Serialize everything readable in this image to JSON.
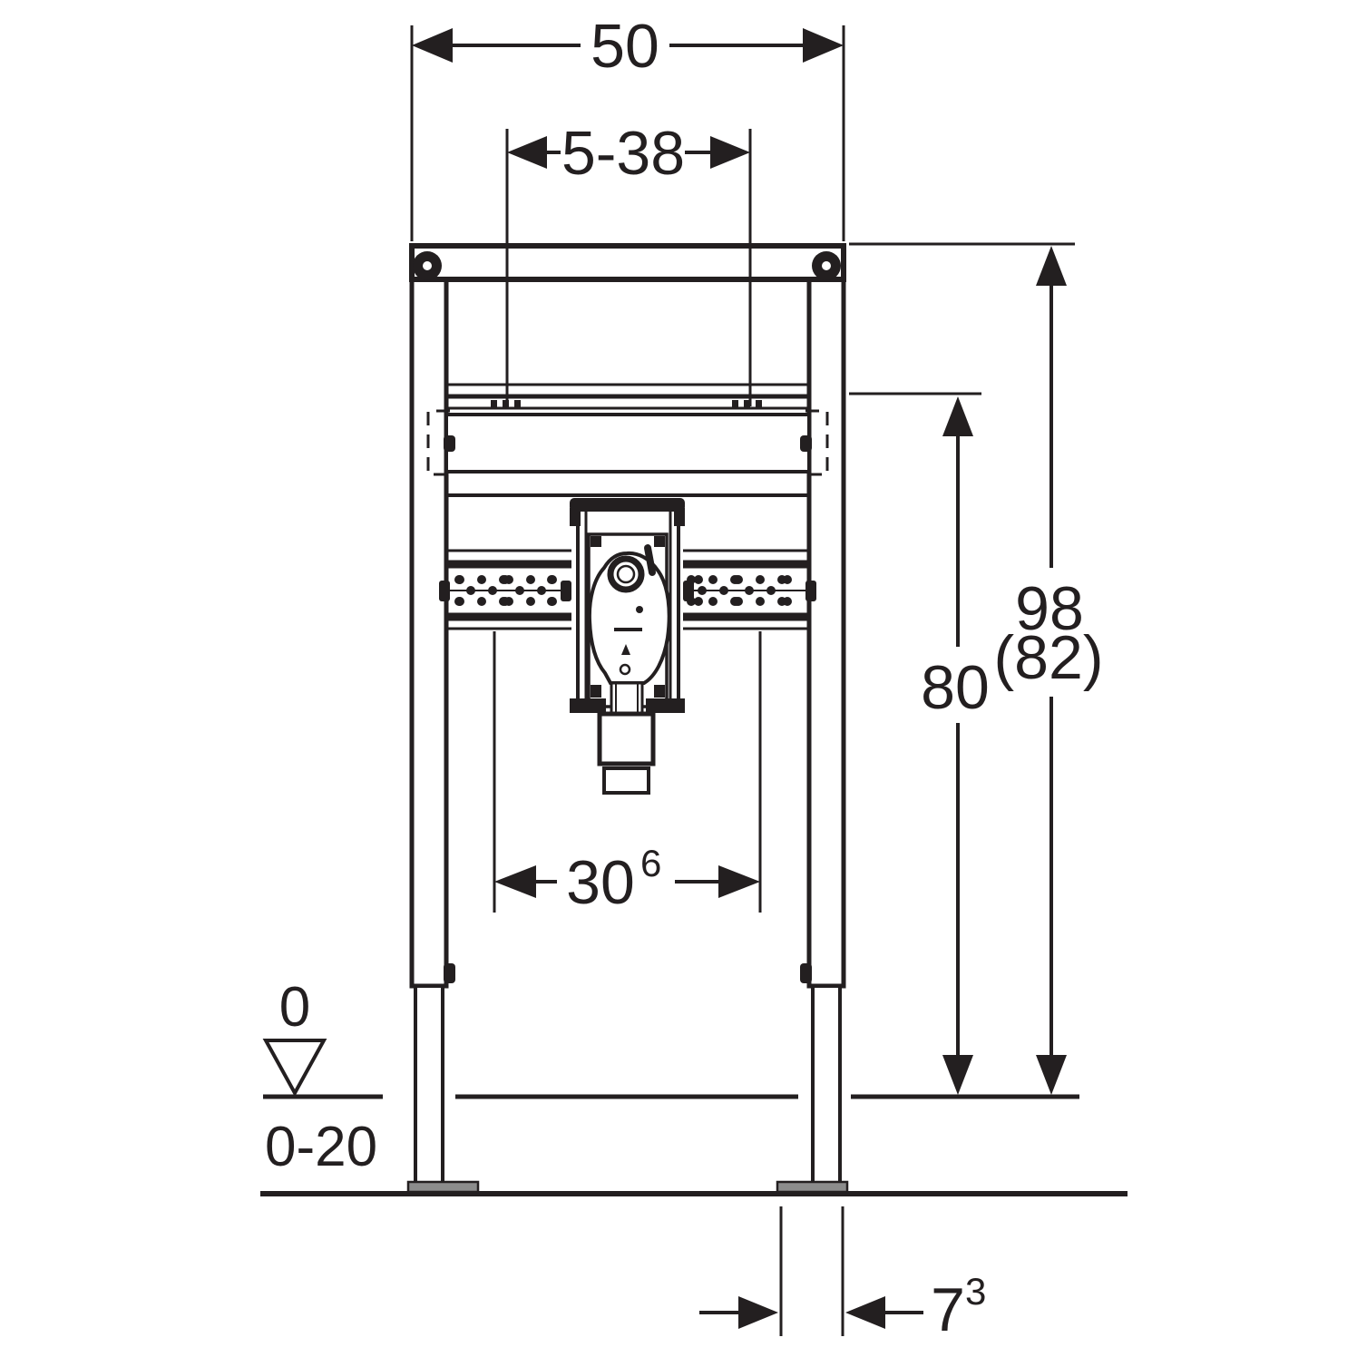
{
  "drawing": {
    "kind": "washbasin installation element dimension drawing",
    "dims": {
      "width": "50",
      "fixing_range": "5-38",
      "height": "98",
      "height_alt": "(82)",
      "rail_height": "80",
      "supply_spacing": "30",
      "supply_spacing_sup": "6",
      "foot_depth": "7",
      "foot_depth_sup": "3",
      "floor_zero": "0",
      "floor_adjust": "0-20"
    },
    "colors": {
      "line": "#231f20",
      "background": "#ffffff",
      "foot_plate": "#8c8c8c"
    }
  }
}
